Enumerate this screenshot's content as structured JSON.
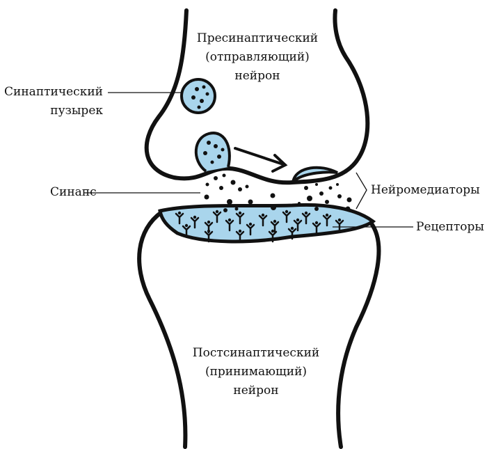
{
  "colors": {
    "membrane": "#111111",
    "fluid": "#a9d5ec"
  },
  "labels": {
    "presynaptic": [
      "Пресинаптический",
      "(отправляющий)",
      "нейрон"
    ],
    "vesicle": [
      "Синаптический",
      "пузырек"
    ],
    "synapse": "Синапс",
    "neurotransmitters": "Нейромедиаторы",
    "receptors": "Рецепторы",
    "postsynaptic": [
      "Постсинаптический",
      "(принимающий)",
      "нейрон"
    ]
  }
}
